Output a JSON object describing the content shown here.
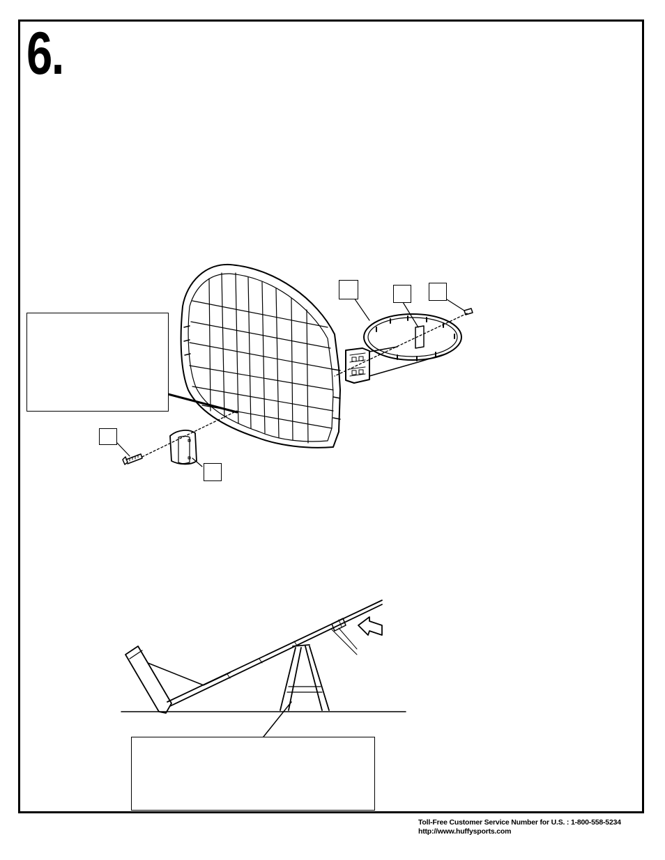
{
  "page": {
    "step_number": "6."
  },
  "callouts": {
    "left_box_text": "",
    "bottom_box_text": ""
  },
  "part_refs": {
    "rim_label": "",
    "spacer_label": "",
    "nut_label": "",
    "bolt_label": "",
    "bracket_label": ""
  },
  "footer": {
    "phone_line": "Toll-Free Customer Service Number for U.S. : 1-800-558-5234",
    "url_line": "http://www.huffysports.com"
  }
}
